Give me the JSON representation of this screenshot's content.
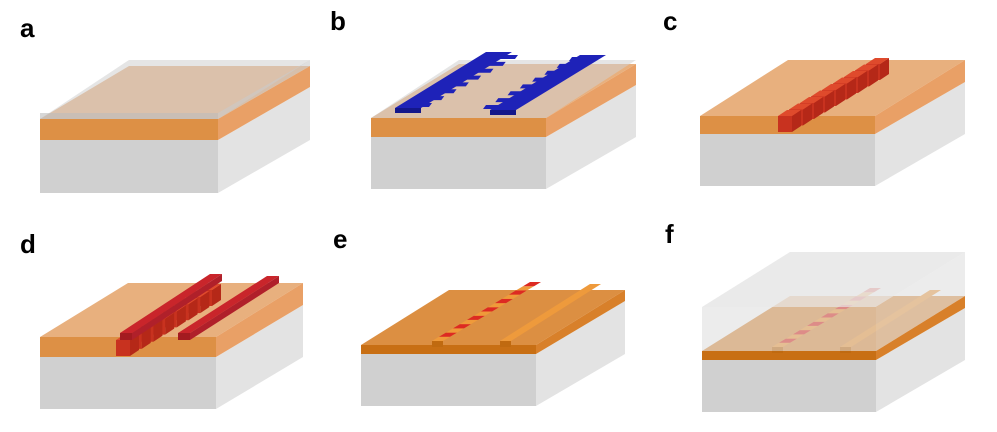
{
  "panels": [
    {
      "label": "a",
      "stage": "substrate-with-film-and-resist"
    },
    {
      "label": "b",
      "stage": "lithography-mask-pattern"
    },
    {
      "label": "c",
      "stage": "etched-grating-teeth"
    },
    {
      "label": "d",
      "stage": "grating-with-waveguide-rails"
    },
    {
      "label": "e",
      "stage": "planarized-slab-with-grating"
    },
    {
      "label": "f",
      "stage": "cladding-deposited"
    }
  ],
  "colors": {
    "substrate_top": "#e6e6e6",
    "substrate_front": "#d0d0d0",
    "substrate_side": "#e2e2e2",
    "orange_film": "#e3a56c",
    "orange_dark": "#d67a1d",
    "resist_gray": "#cfcfcf",
    "mask_blue": "#1e22b8",
    "grating_red": "#d2291f",
    "cladding_gray": "#e6e6e6"
  }
}
